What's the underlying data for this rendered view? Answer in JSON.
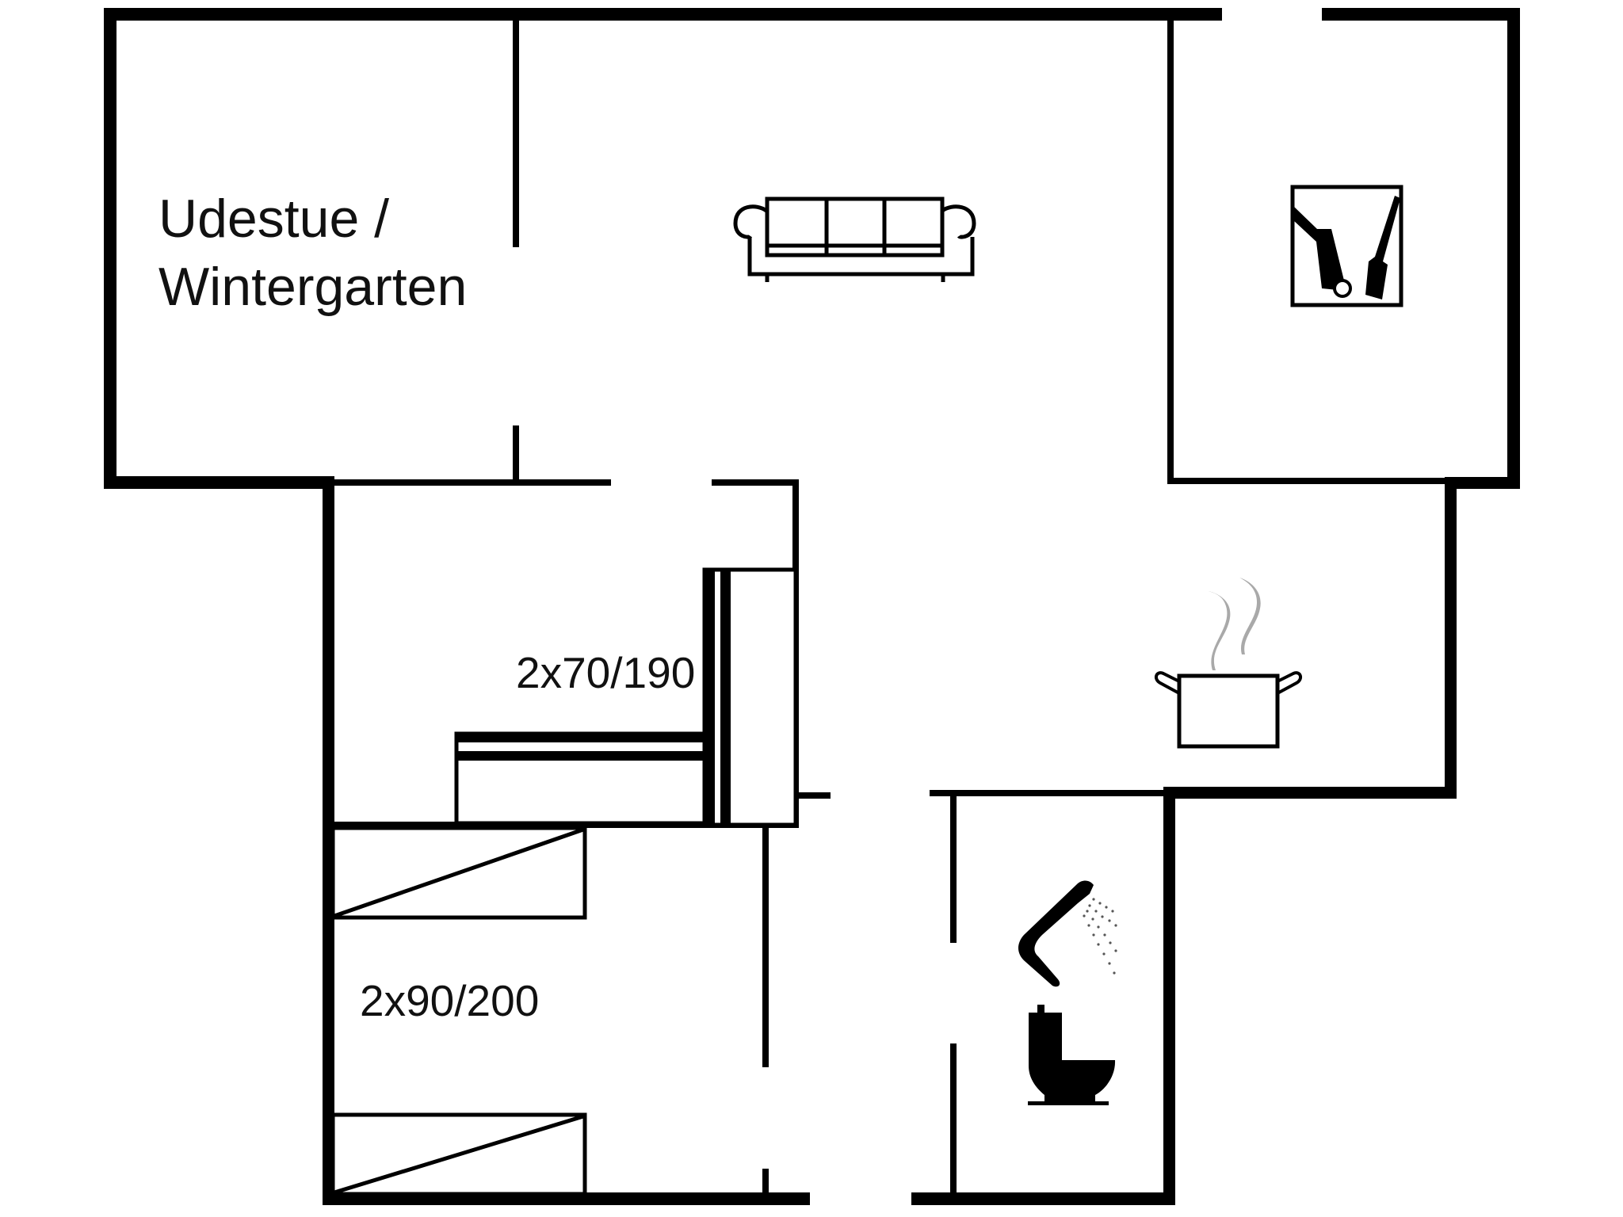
{
  "plan": {
    "title": "Floor plan",
    "colors": {
      "wall": "#000000",
      "background": "#ffffff",
      "steam": "#a9a9a9"
    }
  },
  "rooms": [
    {
      "id": "sunroom",
      "label_line1": "Udestue /",
      "label_line2": "Wintergarten"
    },
    {
      "id": "living-room",
      "icon": "sofa-icon"
    },
    {
      "id": "utility-room",
      "icon": "broom-dustpan-icon"
    },
    {
      "id": "kitchen",
      "icon": "cooking-pot-icon"
    },
    {
      "id": "bedroom-1",
      "bed_label": "2x70/190"
    },
    {
      "id": "bedroom-2",
      "bed_label": "2x90/200"
    },
    {
      "id": "bathroom",
      "icons": [
        "shower-icon",
        "toilet-icon"
      ]
    }
  ]
}
